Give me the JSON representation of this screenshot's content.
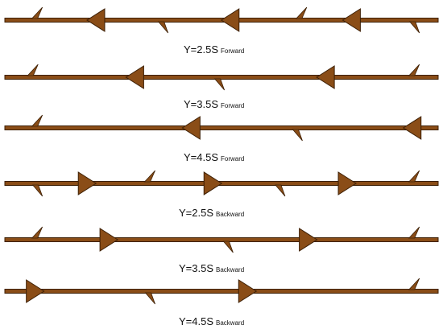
{
  "colors": {
    "rod": "#8a4d17",
    "outline": "#3c1f05",
    "text": "#111111",
    "background": "#ffffff"
  },
  "panels": [
    {
      "caption_main": "Y=2.5S",
      "caption_sub": "Forward",
      "direction": "left",
      "arrows": [
        0.21,
        0.52,
        0.8
      ],
      "spikes_up": [
        0.07,
        0.68
      ],
      "spikes_down": [
        0.36,
        0.94
      ]
    },
    {
      "caption_main": "Y=3.5S",
      "caption_sub": "Forward",
      "direction": "left",
      "arrows": [
        0.3,
        0.74
      ],
      "spikes_up": [
        0.06,
        0.94
      ],
      "spikes_down": [
        0.49
      ]
    },
    {
      "caption_main": "Y=4.5S",
      "caption_sub": "Forward",
      "direction": "left",
      "arrows": [
        0.43,
        0.94
      ],
      "spikes_up": [
        0.07
      ],
      "spikes_down": [
        0.67
      ]
    },
    {
      "caption_main": "Y=2.5S",
      "caption_sub": "Backward",
      "direction": "right",
      "arrows": [
        0.19,
        0.48,
        0.79
      ],
      "spikes_up": [
        0.33,
        0.94
      ],
      "spikes_down": [
        0.07,
        0.63
      ]
    },
    {
      "caption_main": "Y=3.5S",
      "caption_sub": "Backward",
      "direction": "right",
      "arrows": [
        0.24,
        0.7
      ],
      "spikes_up": [
        0.07,
        0.94
      ],
      "spikes_down": [
        0.51
      ]
    },
    {
      "caption_main": "Y=4.5S",
      "caption_sub": "Backward",
      "direction": "right",
      "arrows": [
        0.07,
        0.56
      ],
      "spikes_up": [
        0.94
      ],
      "spikes_down": [
        0.33
      ]
    }
  ]
}
